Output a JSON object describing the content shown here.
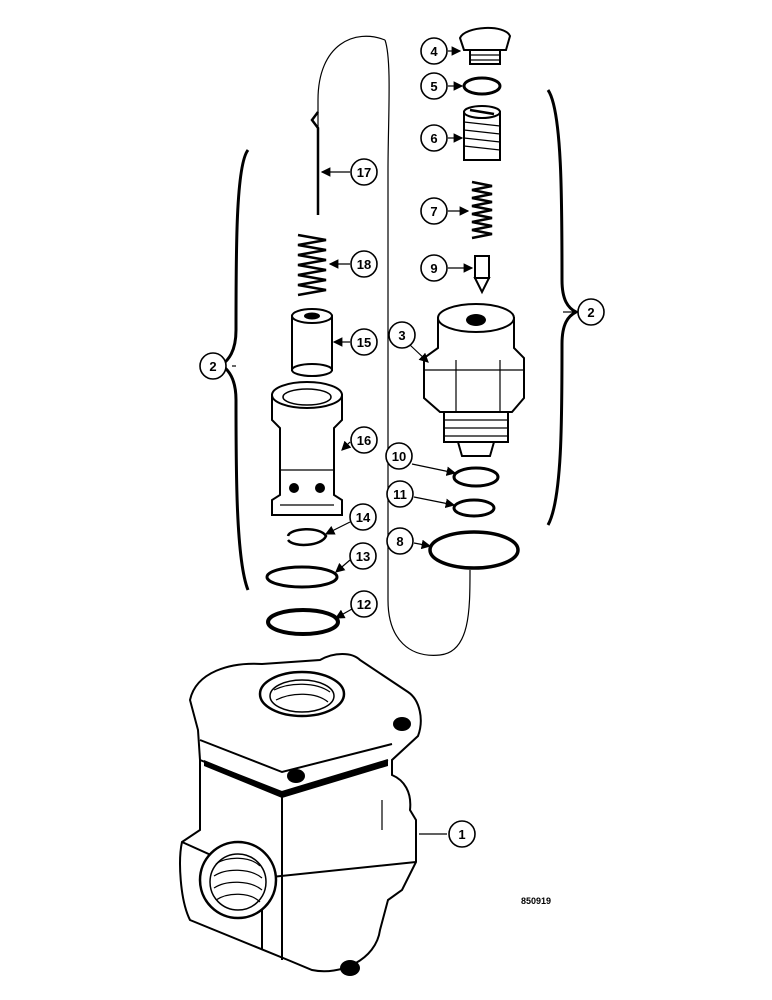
{
  "figure_code": "850919",
  "callouts": {
    "c1": "1",
    "c2_left": "2",
    "c2_right": "2",
    "c3": "3",
    "c4": "4",
    "c5": "5",
    "c6": "6",
    "c7": "7",
    "c8": "8",
    "c9": "9",
    "c10": "10",
    "c11": "11",
    "c12": "12",
    "c13": "13",
    "c14": "14",
    "c15": "15",
    "c16": "16",
    "c17": "17",
    "c18": "18"
  }
}
